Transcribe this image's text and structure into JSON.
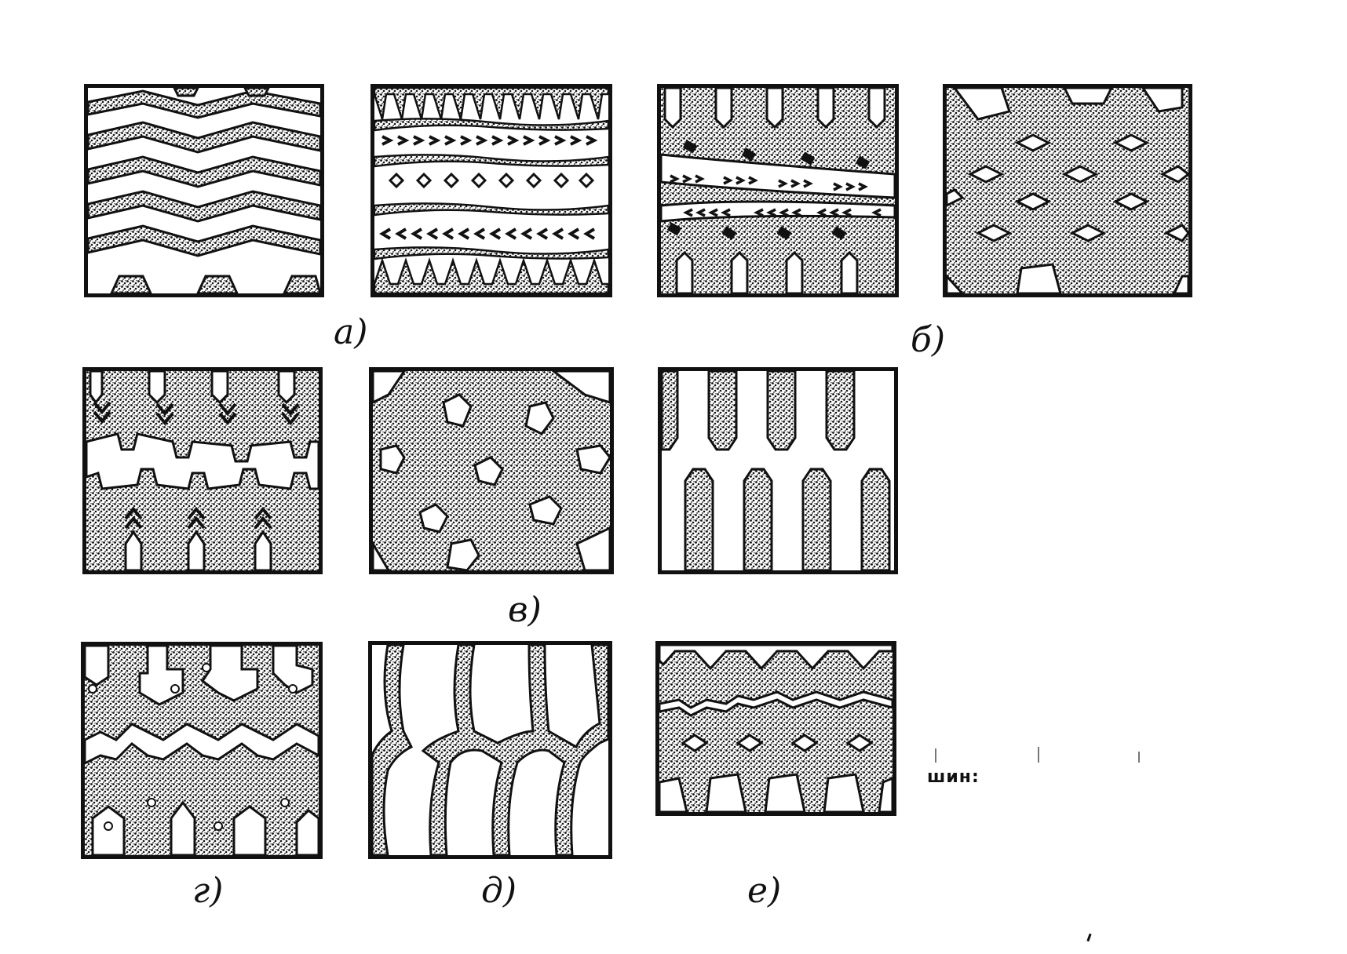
{
  "labels": {
    "a": "а)",
    "b": "б)",
    "v": "в)",
    "g": "г)",
    "d": "д)",
    "e": "е)"
  },
  "side_text": "шин:",
  "colors": {
    "ink": "#111111",
    "stipple": "#1a1a1a",
    "paper": "#ffffff"
  }
}
